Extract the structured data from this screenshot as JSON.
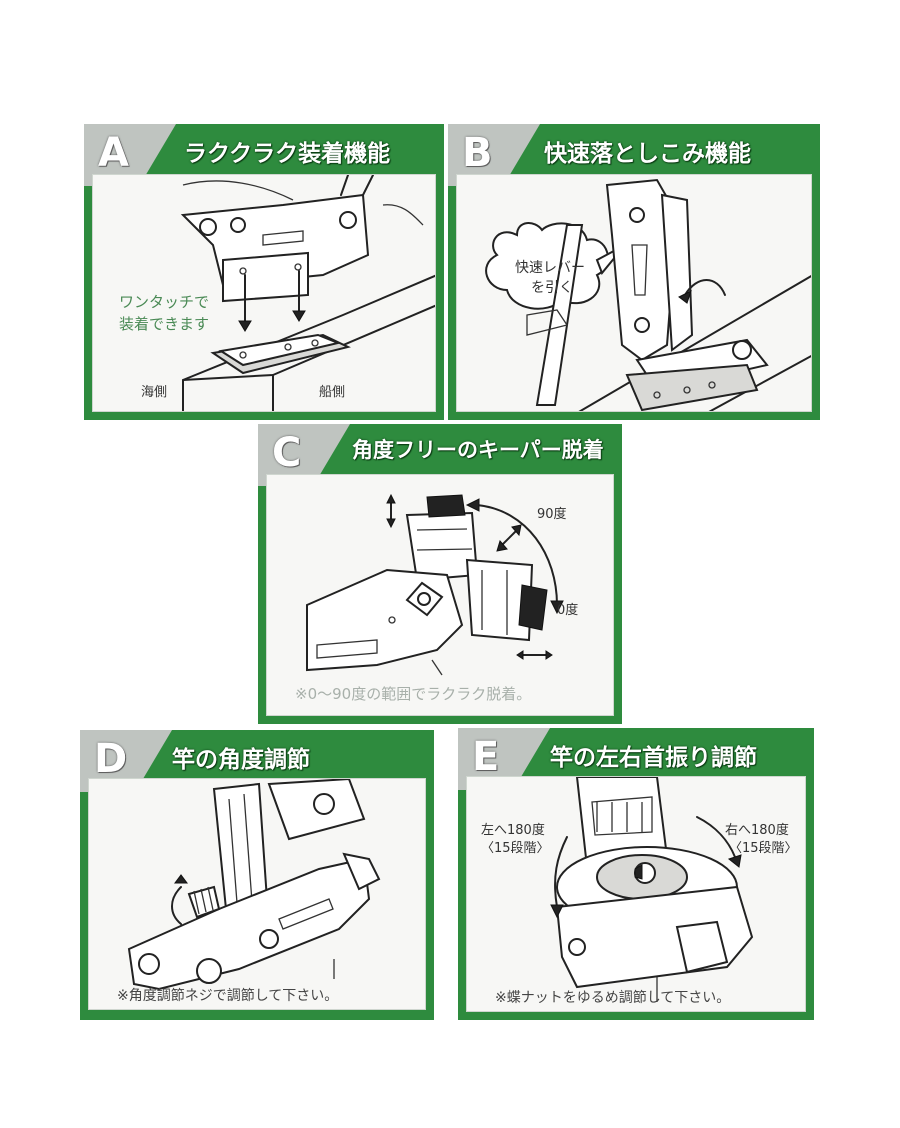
{
  "panels": {
    "a": {
      "letter": "A",
      "title": "ラククラク装着機能",
      "caption_line1": "ワンタッチで",
      "caption_line2": "装着できます",
      "label_sea": "海側",
      "label_ship": "船側"
    },
    "b": {
      "letter": "B",
      "title": "快速落としこみ機能",
      "bubble_line1": "快速レバー",
      "bubble_line2": "を引く"
    },
    "c": {
      "letter": "C",
      "title": "角度フリーのキーパー脱着",
      "label_90": "90度",
      "label_0": "0度",
      "note": "※0～90度の範囲でラクラク脱着。"
    },
    "d": {
      "letter": "D",
      "title": "竿の角度調節",
      "note": "※角度調節ネジで調節して下さい。"
    },
    "e": {
      "letter": "E",
      "title": "竿の左右首振り調節",
      "left_line1": "左へ180度",
      "left_line2": "〈15段階〉",
      "right_line1": "右へ180度",
      "right_line2": "〈15段階〉",
      "note": "※蝶ナットをゆるめ調節して下さい。"
    }
  },
  "colors": {
    "panel_green": "#2e8b3e",
    "tab_gray": "#bfc4c0",
    "inner_bg": "#f7f7f5"
  }
}
